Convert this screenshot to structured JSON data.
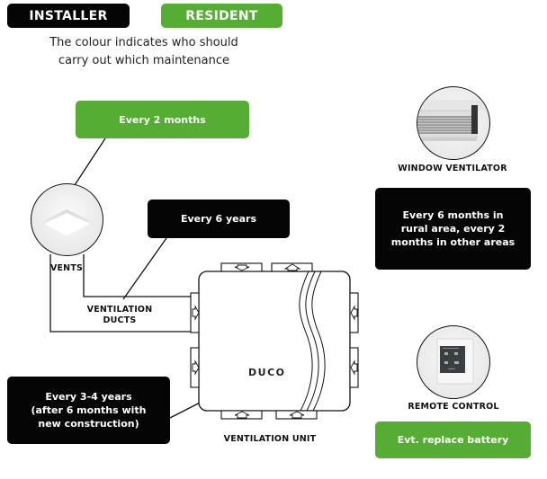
{
  "legend": {
    "installer_label": "INSTALLER",
    "resident_label": "RESIDENT",
    "caption_line1": "The colour indicates who should",
    "caption_line2": "carry out which maintenance"
  },
  "colors": {
    "installer": "#050505",
    "resident": "#55ad33"
  },
  "components": {
    "vents": {
      "label": "VENTS",
      "interval": "Every 2 months",
      "responsible": "resident"
    },
    "ventilation_ducts": {
      "label_line1": "VENTILATION",
      "label_line2": "DUCTS",
      "interval": "Every 6 years",
      "responsible": "installer"
    },
    "ventilation_unit": {
      "label": "VENTILATION UNIT",
      "brand": "DUCO",
      "interval_line1": "Every 3-4 years",
      "interval_line2": "(after 6 months with",
      "interval_line3": "new construction)",
      "responsible": "installer"
    },
    "window_ventilator": {
      "label": "WINDOW VENTILATOR",
      "interval_line1": "Every 6 months in",
      "interval_line2": "rural area, every 2",
      "interval_line3": "months in other areas",
      "responsible": "installer"
    },
    "remote_control": {
      "label": "REMOTE CONTROL",
      "interval": "Evt. replace battery",
      "responsible": "resident"
    }
  }
}
